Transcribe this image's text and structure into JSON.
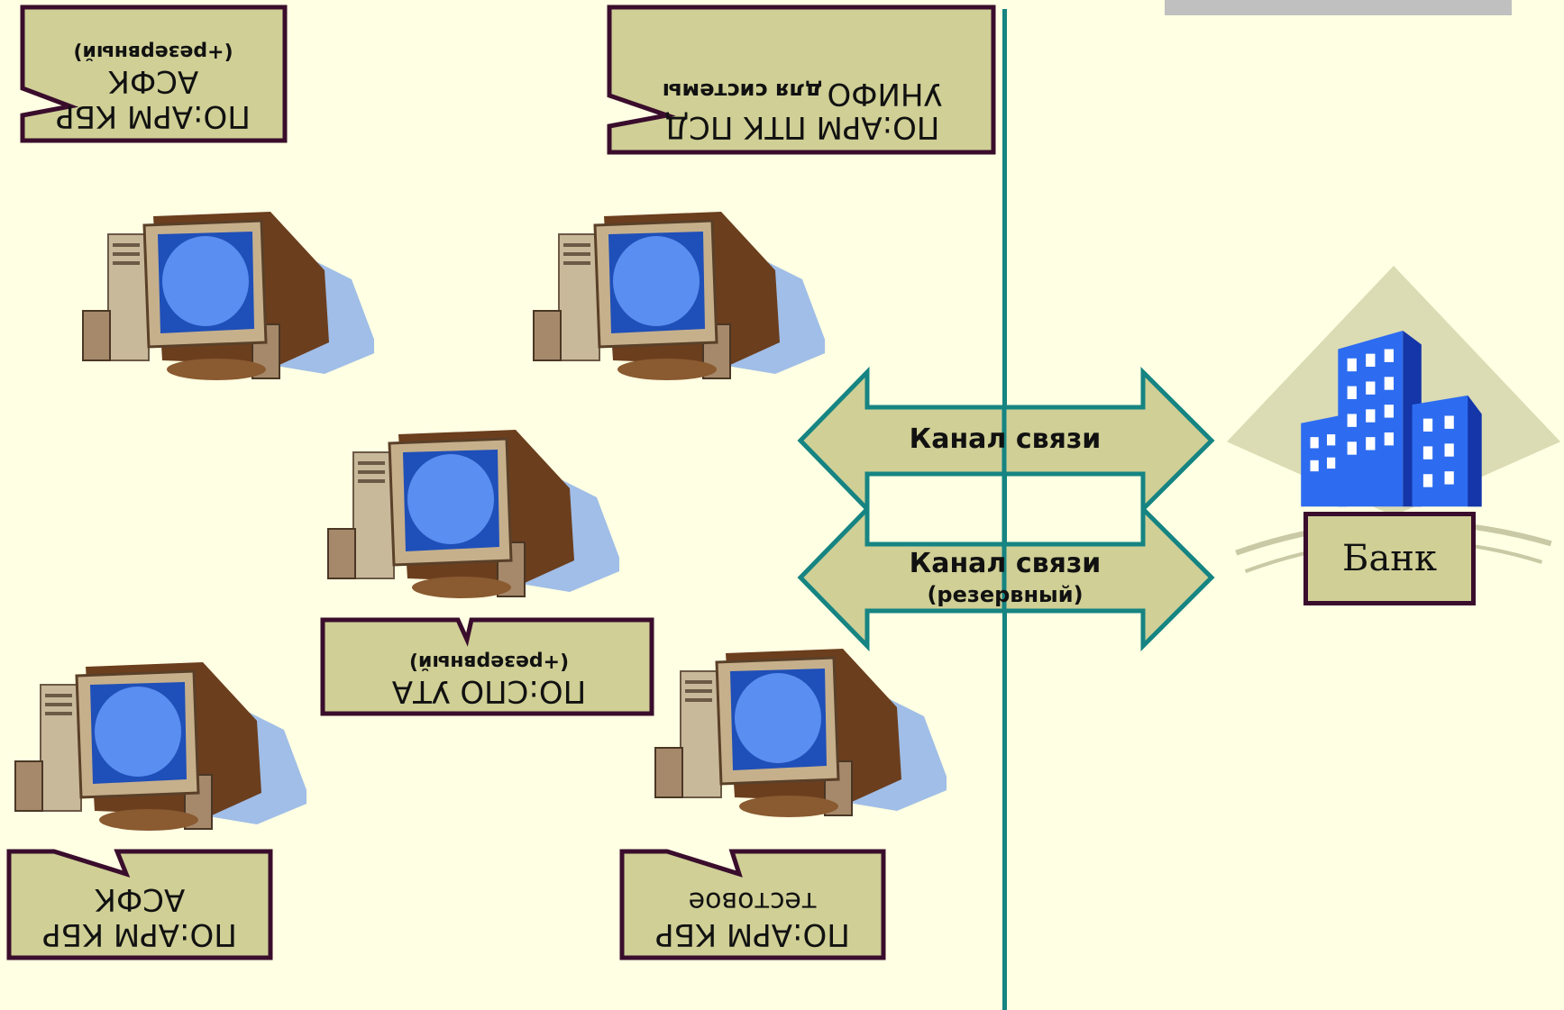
{
  "callouts": [
    {
      "id": "c1",
      "lines": [
        "ПО:АРМ КБР",
        "АСФК"
      ],
      "small": "(+резервный)"
    },
    {
      "id": "c2",
      "lines": [
        "ПО:АРМ ПТК ПСД"
      ],
      "small": "для системы",
      "lines2": [
        "УНИФО"
      ]
    },
    {
      "id": "c3",
      "lines": [
        "ПО:СПО УТА"
      ],
      "small": "(+резервный)"
    },
    {
      "id": "c4",
      "lines": [
        "ПО:АРМ КБР",
        "АСФК"
      ]
    },
    {
      "id": "c5",
      "lines": [
        "ПО:АРМ КБР",
        "тестовое"
      ]
    }
  ],
  "channels": [
    {
      "label": "Канал связи",
      "sub": ""
    },
    {
      "label": "Канал связи",
      "sub": "(резервный)"
    }
  ],
  "bank": {
    "label": "Банк"
  },
  "colors": {
    "background": "#ffffe3",
    "box_fill": "#cfcf96",
    "box_border": "#3a0d2c",
    "arrow_fill": "#cfcf96",
    "arrow_border": "#168482",
    "divider": "#168482"
  },
  "icons": [
    "computer-icon",
    "bank-building-icon"
  ]
}
